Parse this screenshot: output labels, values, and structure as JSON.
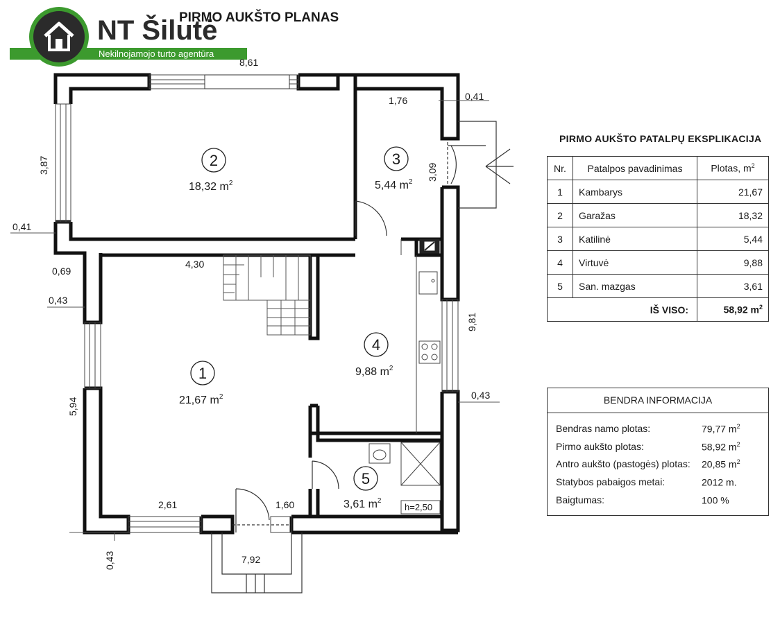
{
  "logo": {
    "name": "NT Šilutė",
    "tagline": "Nekilnojamojo turto agentūra",
    "icon": "house-icon",
    "colors": {
      "green": "#3c9a2e",
      "dark": "#2b2b2b"
    }
  },
  "plan": {
    "title": "PIRMO AUKŠTO PLANAS",
    "dimensions": {
      "top_width": "8,61",
      "boiler_width": "1,76",
      "wall_right_top": "0,41",
      "room2_depth": "3,87",
      "boiler_depth": "3,09",
      "wall_left": "0,41",
      "step_left": "0,69",
      "wall_left_lower": "0,43",
      "hall_width": "4,30",
      "right_depth": "9,81",
      "wall_right_lower": "0,43",
      "left_depth": "5,94",
      "bottom_left": "2,61",
      "door_width": "1,60",
      "wall_bottom": "0,43",
      "bottom_total": "7,92"
    },
    "rooms": [
      {
        "nr": "1",
        "area": "21,67 m"
      },
      {
        "nr": "2",
        "area": "18,32 m"
      },
      {
        "nr": "3",
        "area": "5,44 m"
      },
      {
        "nr": "4",
        "area": "9,88 m"
      },
      {
        "nr": "5",
        "area": "3,61 m"
      }
    ],
    "area_sup": "2",
    "height_label": "h=2,50"
  },
  "explication": {
    "title": "PIRMO AUKŠTO PATALPŲ EKSPLIKACIJA",
    "headers": {
      "nr": "Nr.",
      "name": "Patalpos pavadinimas",
      "area": "Plotas, m",
      "area_sup": "2"
    },
    "rows": [
      {
        "nr": "1",
        "name": "Kambarys",
        "area": "21,67"
      },
      {
        "nr": "2",
        "name": "Garažas",
        "area": "18,32"
      },
      {
        "nr": "3",
        "name": "Katilinė",
        "area": "5,44"
      },
      {
        "nr": "4",
        "name": "Virtuvė",
        "area": "9,88"
      },
      {
        "nr": "5",
        "name": "San. mazgas",
        "area": "3,61"
      }
    ],
    "total_label": "IŠ VISO:",
    "total_value": "58,92 m",
    "total_sup": "2"
  },
  "general_info": {
    "title": "BENDRA INFORMACIJA",
    "rows": [
      {
        "label": "Bendras namo plotas:",
        "value": "79,77 m",
        "sup": "2"
      },
      {
        "label": "Pirmo aukšto plotas:",
        "value": "58,92 m",
        "sup": "2"
      },
      {
        "label": "Antro aukšto (pastogės) plotas:",
        "value": "20,85 m",
        "sup": "2"
      },
      {
        "label": "Statybos pabaigos metai:",
        "value": "2012 m.",
        "sup": ""
      },
      {
        "label": "Baigtumas:",
        "value": "100 %",
        "sup": ""
      }
    ]
  }
}
